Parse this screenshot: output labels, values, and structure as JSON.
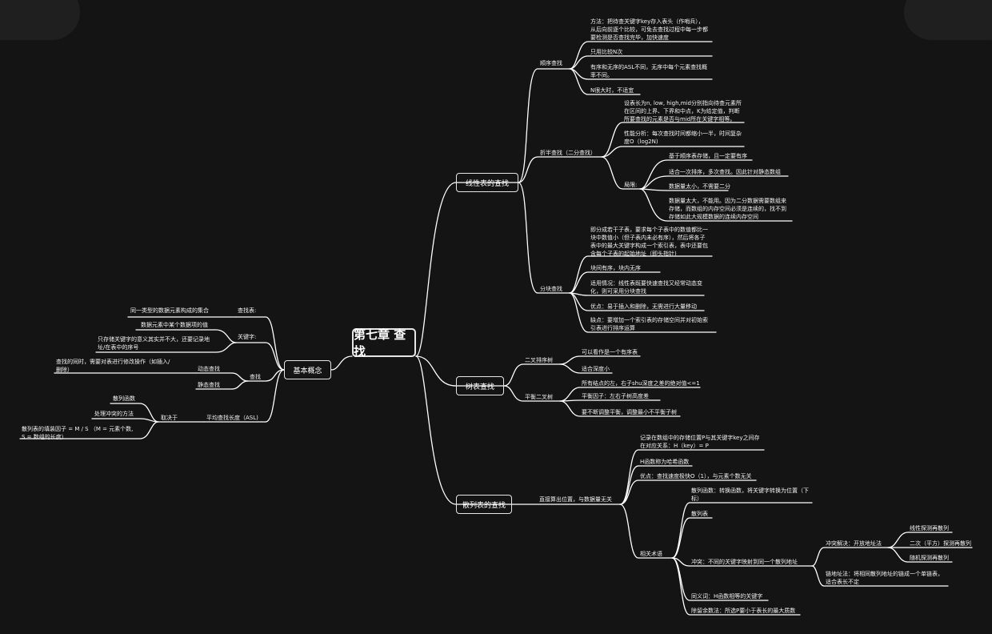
{
  "root": "第七章 查找",
  "basic": {
    "title": "基本概念",
    "lookup_table": "查找表:",
    "lookup_table_def": "同一类型的数据元素构成的集合",
    "key": "关键字:",
    "key_def1": "数据元素中某个数据项的值",
    "key_def2": "只存储关键字的意义其实并不大，还要记录地\n址/在表中的序号",
    "search": "查找",
    "dynamic": "动态查找",
    "dynamic_def": "查找的同时，需要对表进行修改操作（如插入/\n删除）",
    "static": "静态查找",
    "asl": "平均查找长度（ASL)",
    "depends": "取决于",
    "hash_func": "散列函数",
    "collision_method": "处理冲突的方法",
    "load_factor": "散列表的填装因子 = M / S （M = 元素个数,\nS = 数组的长度）"
  },
  "linear": {
    "title": "线性表的查找",
    "sequential": "顺序查找",
    "seq_items": [
      "方法：把待查关键字key存入表头（作哨兵），\n从后向前逐个比较，可免去查找过程中每一步都\n要检测是否查找完毕，加快速度",
      "只用比较N次",
      "有序和无序的ASL不同，无序中每个元素查找概\n率不同。",
      "N很大时，不适宜"
    ],
    "binary": "折半查找（二分查找）",
    "bin_items": [
      "设表长为n, low, high,mid分别指向待查元素所\n在区间的上界、下界和中点，K为给定值，判断\n所要查找的元素是否与mid所在关键字相等。",
      "性能分析：每次查找时间都缩小一半，时间复杂\n度O（log2N)"
    ],
    "limits": "局限:",
    "limit_items": [
      "基于顺序表存储，且一定要有序",
      "适合一次排序，多次查找。因此针对静态数组",
      "数据量太小，不需要二分",
      "数据量太大，不能用。因为二分数据需要数组来\n存储，而数组的内存空间必须是连续的，找不到\n存储如此大规模数据的连续内存空间"
    ],
    "block": "分块查找",
    "block_items": [
      "即分成若干子表，要求每个子表中的数值都比一\n块中数值小（但子表内未必有序），然后将各子\n表中的最大关键字构成一个索引表，表中还要包\n含每个子表的起始地址（即头指针)",
      "块间有序，块内无序",
      "适用情况：线性表既要快速查找又经常动态变\n化，则可采用分块查找",
      "优点：易于插入和删除，无需进行大量移动",
      "缺点：要增加一个索引表的存储空间并对初始索\n引表进行排序运算"
    ]
  },
  "tree": {
    "title": "树表查找",
    "bst": "二叉排序树",
    "bst_items": [
      "可以看作是一个有序表",
      "适合深度小"
    ],
    "avl": "平衡二叉树",
    "avl_items": [
      "所有结点的左，右子shu深度之差的绝对值<=1",
      "平衡因子：左右子树高度差",
      "要不断调整平衡，调整最小不平衡子树"
    ]
  },
  "hash": {
    "title": "散列表的查找",
    "direct": "直接算出位置，与数据量无关",
    "items": [
      "记录在数组中的存储位置P与其关键字key之间存\n在对应关系：H（key）= P",
      "H函数称为哈希函数",
      "优点：查找速度极快O（1），与元素个数无关"
    ],
    "terms": "相关术语",
    "term_items": [
      "散列函数：转换函数，将关键字转换为位置（下\n标）",
      "散列表",
      "冲突：不同的关键字映射到同一个散列地址",
      "同义词：H函数相等的关键字",
      "除留余数法：所选P要小于表长的最大质数"
    ],
    "resolve_open": "冲突解决：开放地址法",
    "open_items": [
      "线性探测再散列",
      "二次（平方）探测再散列",
      "随机探测再散列"
    ],
    "chain": "链地址法：将相同散列地址的链成一个单链表，\n适合表长不定"
  }
}
